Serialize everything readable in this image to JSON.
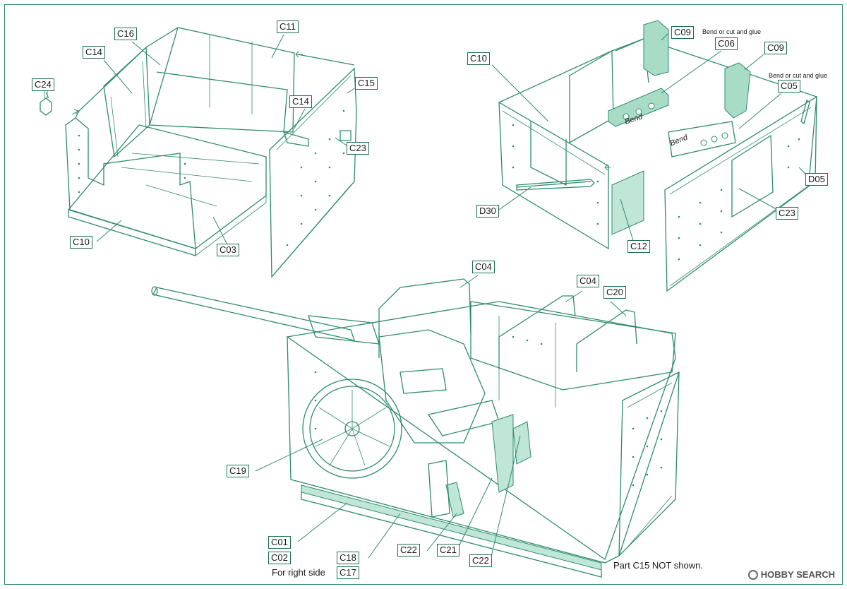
{
  "labels": {
    "c16": "C16",
    "c11": "C11",
    "c14a": "C14",
    "c24": "C24",
    "c15": "C15",
    "c14b": "C14",
    "c23a": "C23",
    "c10a": "C10",
    "c03": "C03",
    "c10b": "C10",
    "c09a": "C09",
    "c06": "C06",
    "c09b": "C09",
    "c05": "C05",
    "d05": "D05",
    "d30": "D30",
    "c23b": "C23",
    "c12": "C12",
    "c04a": "C04",
    "c04b": "C04",
    "c20": "C20",
    "c19": "C19",
    "c01": "C01",
    "c02": "C02",
    "c18": "C18",
    "c17": "C17",
    "c22a": "C22",
    "c21": "C21",
    "c22b": "C22"
  },
  "notes": {
    "bend_glue_1": "Bend or cut and glue",
    "bend_glue_2": "Bend or cut and glue",
    "bend_1": "Bend",
    "bend_2": "Bend",
    "for_right_side": "For right side",
    "part_not_shown": "Part C15 NOT shown."
  },
  "watermark": {
    "brand": "HOBBY SEARCH"
  },
  "colors": {
    "line": "#2e8b6e",
    "highlight": "#a9dcc7"
  }
}
